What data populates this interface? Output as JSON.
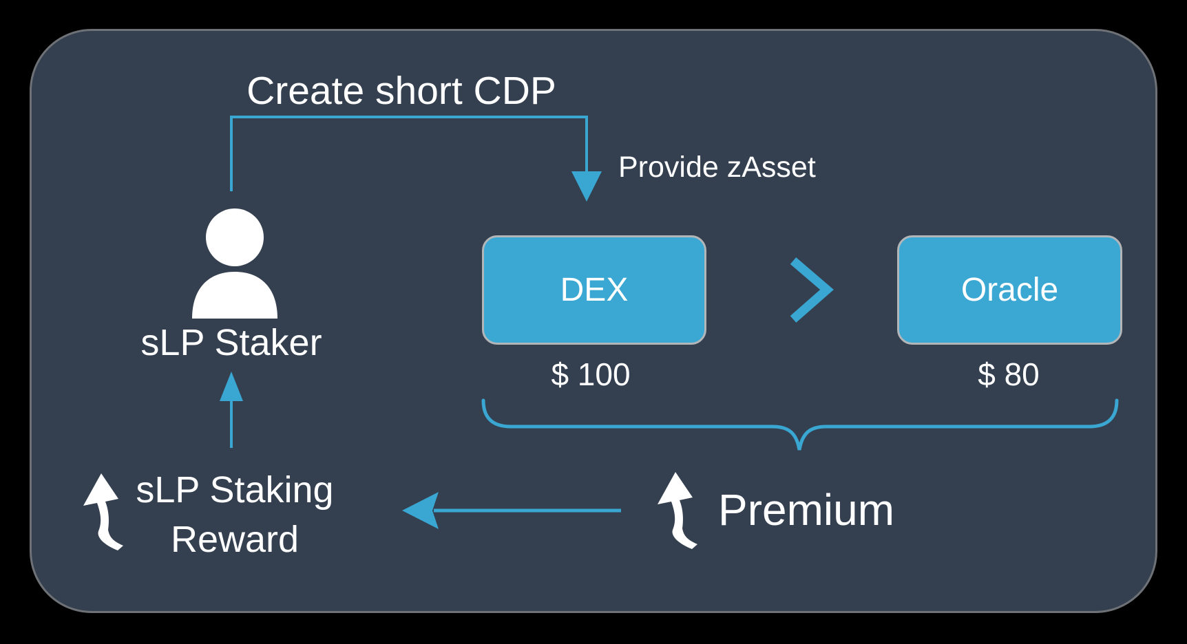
{
  "diagram": {
    "flow_title": "Create short CDP",
    "provide_label": "Provide zAsset",
    "actor": {
      "label": "sLP Staker"
    },
    "nodes": [
      {
        "id": "dex",
        "label": "DEX",
        "value": "$ 100"
      },
      {
        "id": "oracle",
        "label": "Oracle",
        "value": "$ 80"
      }
    ],
    "premium_label": "Premium",
    "reward_label": "sLP Staking\nReward"
  },
  "icons": {
    "person": "person-icon",
    "down_arrow": "arrow-down-icon",
    "up_arrow": "arrow-up-icon",
    "left_arrow": "arrow-left-icon",
    "chevron": "chevron-right-icon",
    "underbrace": "underbrace-icon",
    "hand_arrow": "curved-up-arrow-icon"
  },
  "colors": {
    "page_bg": "#000000",
    "panel_bg": "#34404F",
    "panel_border": "#6E7277",
    "accent_blue": "#3AA6D2",
    "box_fill": "#3BA8D4",
    "box_border": "#B3B6B8",
    "text_white": "#FFFFFF"
  }
}
